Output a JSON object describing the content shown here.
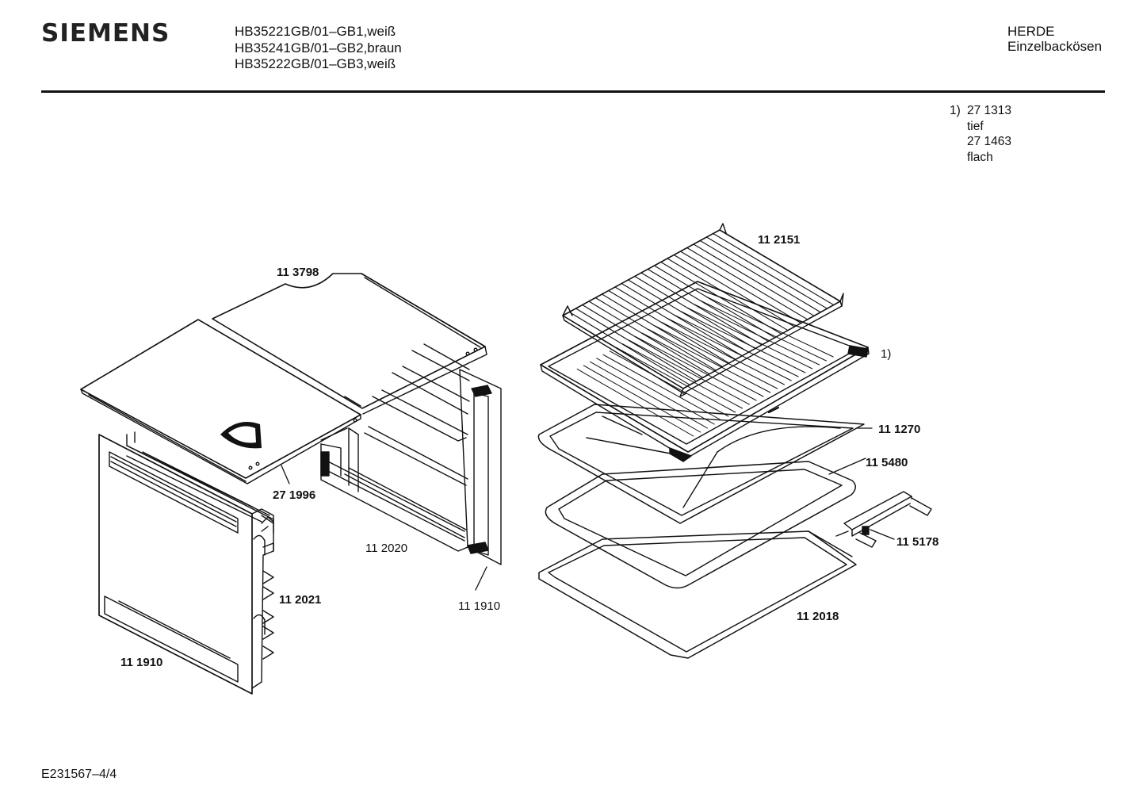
{
  "header": {
    "brand": "SIEMENS",
    "models": [
      "HB35221GB/01–GB1,weiß",
      "HB35241GB/01–GB2,braun",
      "HB35222GB/01–GB3,weiß"
    ],
    "category": "HERDE",
    "subcategory": "Einzelbackösen"
  },
  "footnote": {
    "marker": "1)",
    "lines": [
      "27 1313",
      "tief",
      "27 1463",
      "flach"
    ]
  },
  "parts": {
    "p113798": "11 3798",
    "p112151": "11 2151",
    "p271996": "27 1996",
    "p112020": "11 2020",
    "p112021": "11 2021",
    "p111910_left": "11 1910",
    "p111910_right": "11 1910",
    "p111270": "11 1270",
    "p115480": "11 5480",
    "p115178": "11 5178",
    "p112018": "11 2018",
    "note_marker": "1)"
  },
  "footer": {
    "code": "E231567–4/4"
  }
}
